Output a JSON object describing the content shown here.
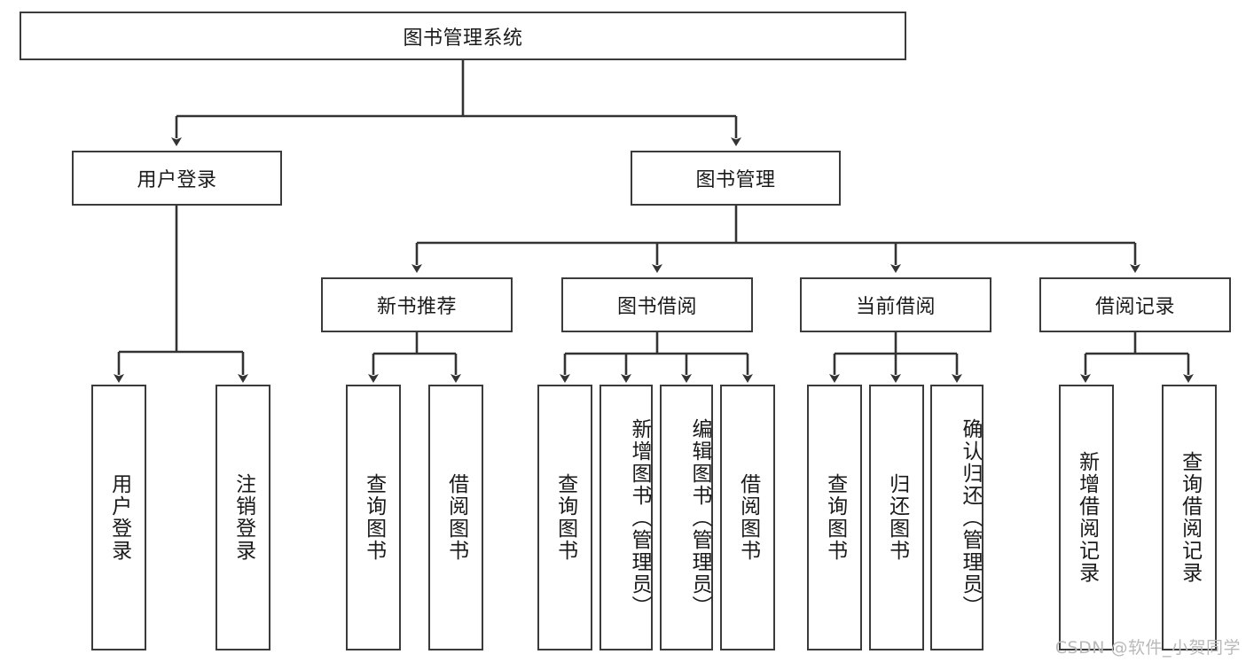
{
  "diagram": {
    "type": "tree-hierarchy",
    "title": "图书管理系统",
    "orientation": "top-down",
    "colors": {
      "box_border": "#3b3b3b",
      "box_fill": "#ffffff",
      "edge": "#333333",
      "text": "#1a1a1a",
      "watermark": "#b9b9b9"
    },
    "nodes": {
      "root": {
        "label": "图书管理系统"
      },
      "level2": [
        {
          "id": "user-login",
          "label": "用户登录"
        },
        {
          "id": "book-manage",
          "label": "图书管理"
        }
      ],
      "level3": [
        {
          "id": "new-book-rec",
          "label": "新书推荐"
        },
        {
          "id": "book-borrow",
          "label": "图书借阅"
        },
        {
          "id": "current-borrow",
          "label": "当前借阅"
        },
        {
          "id": "borrow-record",
          "label": "借阅记录"
        }
      ],
      "leaves": [
        {
          "id": "leaf-user-login",
          "label": "用户登录",
          "parent": "user-login"
        },
        {
          "id": "leaf-logout-login",
          "label": "注销登录",
          "parent": "user-login"
        },
        {
          "id": "leaf-query-book-1",
          "label": "查询图书",
          "parent": "new-book-rec"
        },
        {
          "id": "leaf-borrow-book-1",
          "label": "借阅图书",
          "parent": "new-book-rec"
        },
        {
          "id": "leaf-query-book-2",
          "label": "查询图书",
          "parent": "book-borrow"
        },
        {
          "id": "leaf-add-book",
          "label": "新增图书（管理员）",
          "parent": "book-borrow"
        },
        {
          "id": "leaf-edit-book",
          "label": "编辑图书（管理员）",
          "parent": "book-borrow"
        },
        {
          "id": "leaf-borrow-book-2",
          "label": "借阅图书",
          "parent": "book-borrow"
        },
        {
          "id": "leaf-query-book-3",
          "label": "查询图书",
          "parent": "current-borrow"
        },
        {
          "id": "leaf-return-book",
          "label": "归还图书",
          "parent": "current-borrow"
        },
        {
          "id": "leaf-confirm-return",
          "label": "确认归还（管理员）",
          "parent": "current-borrow"
        },
        {
          "id": "leaf-add-record",
          "label": "新增借阅记录",
          "parent": "borrow-record"
        },
        {
          "id": "leaf-query-record",
          "label": "查询借阅记录",
          "parent": "borrow-record"
        }
      ]
    },
    "watermark": "CSDN @软件_小贺同学"
  }
}
